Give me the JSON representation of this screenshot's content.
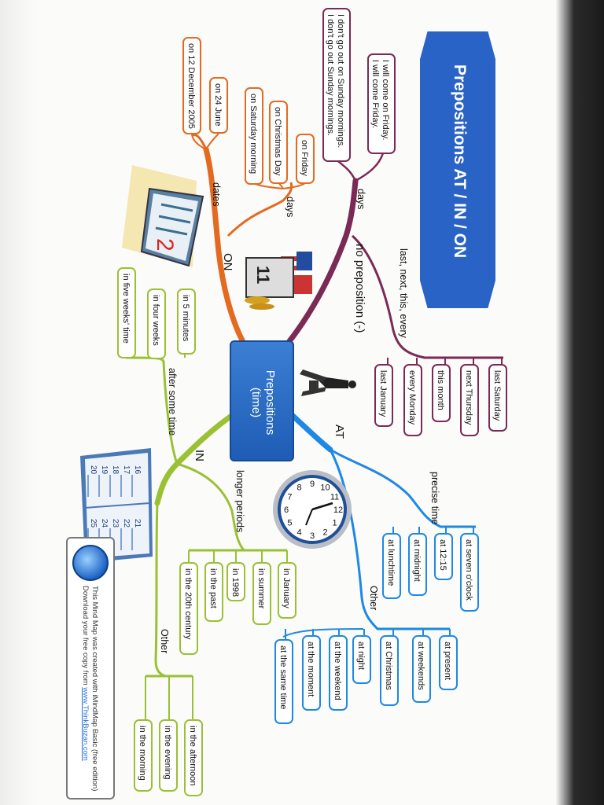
{
  "title": "Prepositions AT / IN / ON",
  "center": "Prepositions (time)",
  "branches": {
    "on": {
      "label": "ON",
      "dates": {
        "label": "dates",
        "items": [
          "on 12 December 2005",
          "on 24 June"
        ]
      },
      "days": {
        "label": "days",
        "items": [
          "on Saturday morning",
          "on Christmas Day",
          "on Friday"
        ]
      }
    },
    "nopre": {
      "label": "no preposition (-)",
      "days": {
        "label": "days",
        "items": [
          "I don't go out on Sunday mornings.\nI don't go out Sunday mornings.",
          "I will come on Friday.\nI will come Friday."
        ]
      },
      "last": {
        "label": "last, next, this, every",
        "items": [
          "last Saturday",
          "next Thursday",
          "this month",
          "every Monday",
          "last January"
        ]
      }
    },
    "at": {
      "label": "AT",
      "precise": {
        "label": "precise time",
        "items": [
          "at seven o'clock",
          "at 12:15",
          "at midnight",
          "at lunchtime"
        ]
      },
      "other": {
        "label": "Other",
        "items": [
          "at present",
          "at weekends",
          "at Christmas",
          "at night",
          "at the weekend",
          "at the moment",
          "at the same time"
        ]
      }
    },
    "in": {
      "label": "IN",
      "after": {
        "label": "after some time",
        "items": [
          "in 5 minutes",
          "in four weeks",
          "in five weeks' time"
        ]
      },
      "longer": {
        "label": "longer periods",
        "items": [
          "in January",
          "in summer",
          "in 1998",
          "in the past",
          "in the 20th century"
        ]
      },
      "other": {
        "label": "Other",
        "items": [
          "in the afternoon",
          "in the evening",
          "in the morning"
        ]
      }
    }
  },
  "calendar_numbers": {
    "top": "2",
    "mid": "11",
    "book": [
      "16",
      "17",
      "18",
      "19",
      "20",
      "21",
      "22",
      "23",
      "24",
      "25"
    ]
  },
  "clock_numbers": [
    "12",
    "1",
    "2",
    "3",
    "4",
    "5",
    "6",
    "7",
    "8",
    "9",
    "10",
    "11"
  ],
  "credit": {
    "line1": "This Mind Map was created with iMindMap Basic (free edition)",
    "line2": "Download your free copy from ",
    "link": "www.ThinkBuzan.com"
  },
  "colors": {
    "on": "#e36a1e",
    "nopre": "#7a2a55",
    "at": "#1e88e5",
    "in": "#9ac133",
    "title_bg": "#2a63c6"
  }
}
